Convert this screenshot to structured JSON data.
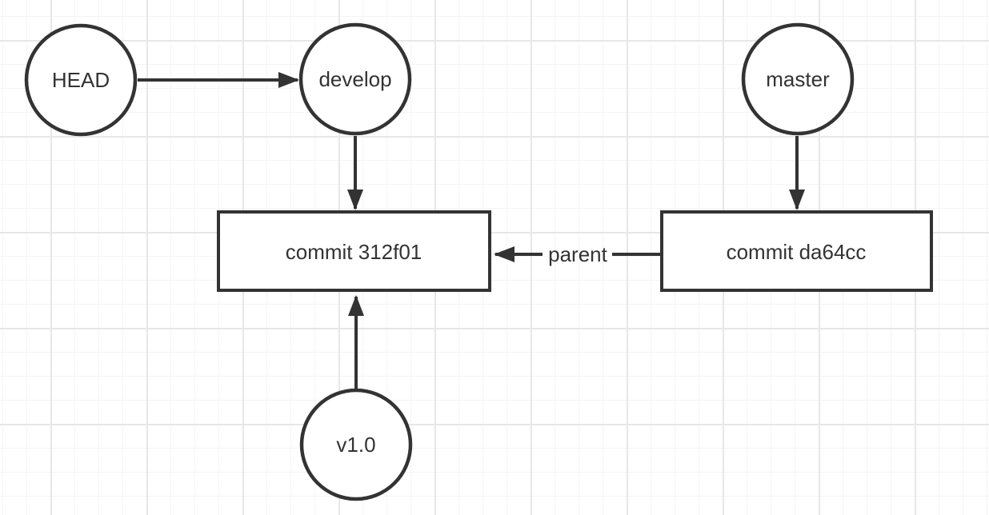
{
  "diagram": {
    "type": "git-references-diagram",
    "nodes": {
      "head": {
        "label": "HEAD",
        "shape": "circle"
      },
      "develop": {
        "label": "develop",
        "shape": "circle"
      },
      "master": {
        "label": "master",
        "shape": "circle"
      },
      "v1_0": {
        "label": "v1.0",
        "shape": "circle"
      },
      "commit_312f01": {
        "label": "commit 312f01",
        "shape": "rectangle"
      },
      "commit_da64cc": {
        "label": "commit da64cc",
        "shape": "rectangle"
      }
    },
    "edges": {
      "head_to_develop": {
        "from": "HEAD",
        "to": "develop",
        "label": ""
      },
      "develop_to_commit": {
        "from": "develop",
        "to": "commit 312f01",
        "label": ""
      },
      "master_to_commit": {
        "from": "master",
        "to": "commit da64cc",
        "label": ""
      },
      "parent_edge": {
        "from": "commit da64cc",
        "to": "commit 312f01",
        "label": "parent"
      },
      "tag_to_commit": {
        "from": "v1.0",
        "to": "commit 312f01",
        "label": ""
      }
    },
    "colors": {
      "stroke": "#333333",
      "text": "#333333",
      "node_fill": "#ffffff",
      "grid_minor": "#f4f4f4",
      "grid_major": "#e7e7e7",
      "canvas_background": "#ffffff"
    }
  }
}
